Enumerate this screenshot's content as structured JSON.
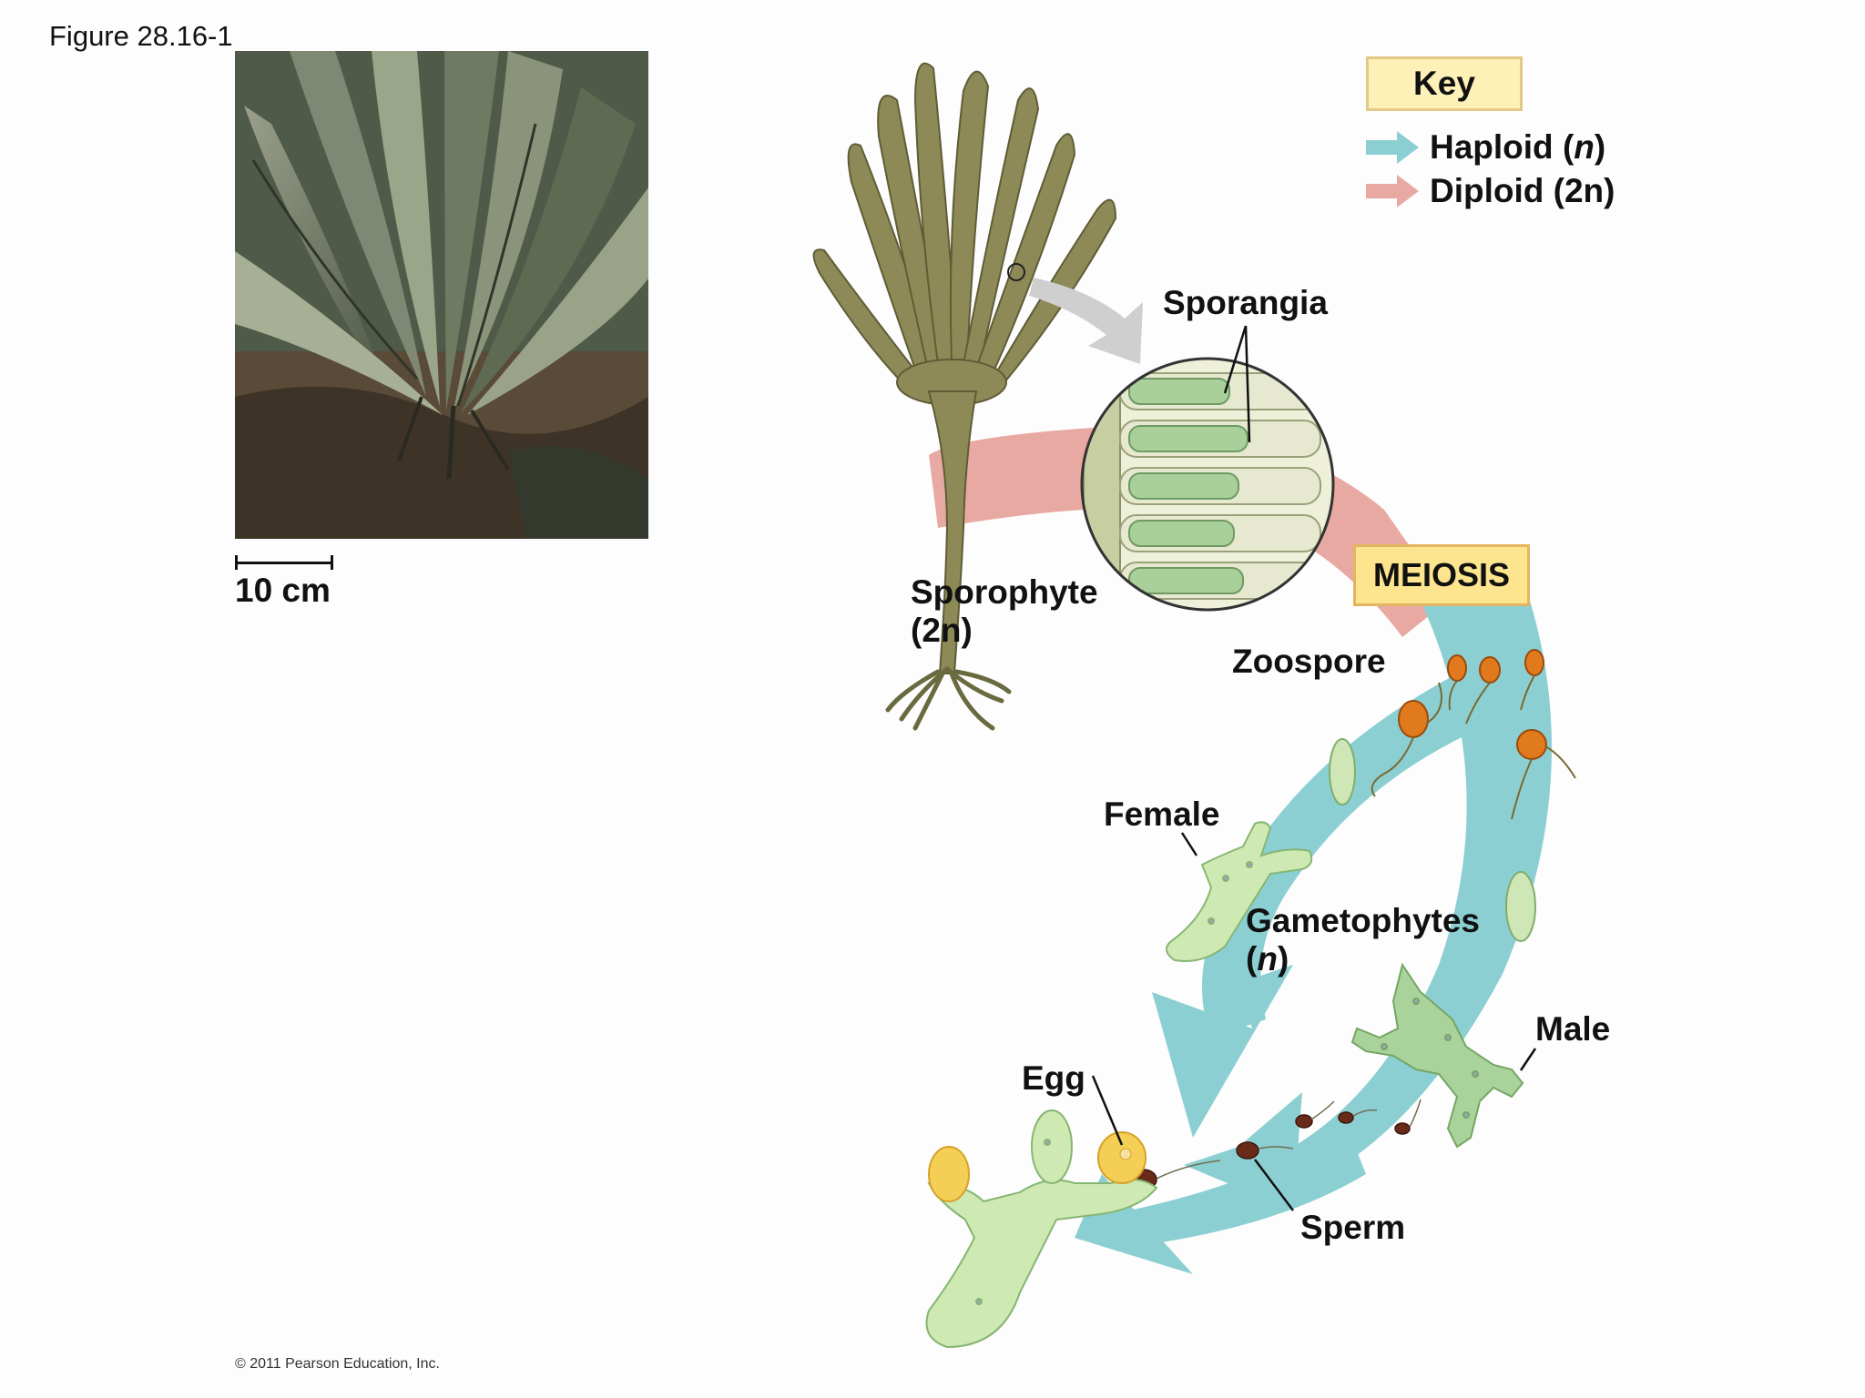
{
  "figure_label": "Figure 28.16-1",
  "scale_bar": {
    "label": "10 cm"
  },
  "key": {
    "title": "Key",
    "items": [
      {
        "label": "Haploid",
        "ploidy": "n",
        "color": "#8ccfd3"
      },
      {
        "label": "Diploid",
        "ploidy": "2n",
        "color": "#e8a9a2"
      }
    ]
  },
  "labels": {
    "sporangia": "Sporangia",
    "sporophyte": "Sporophyte",
    "sporophyte_ploidy": "2n",
    "meiosis": "MEIOSIS",
    "zoospore": "Zoospore",
    "female": "Female",
    "gametophytes": "Gametophytes",
    "gametophytes_ploidy": "n",
    "male": "Male",
    "egg": "Egg",
    "sperm": "Sperm"
  },
  "copyright": "© 2011 Pearson Education, Inc.",
  "colors": {
    "haploid": "#8ccfd3",
    "diploid": "#e8a9a2",
    "kelp": "#8a8a52",
    "gametophyte": "#bfe3a8",
    "zoospore": "#e07a1c",
    "egg": "#f5cf55",
    "sperm": "#6a2a1a",
    "meiosis_box": "#fde58f"
  }
}
